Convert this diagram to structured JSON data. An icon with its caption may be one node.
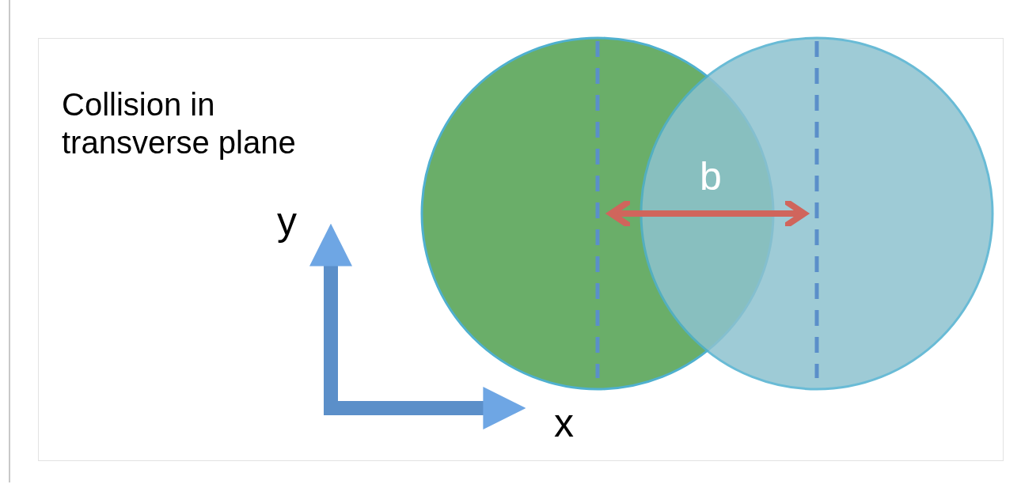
{
  "diagram": {
    "title": "Collision in transverse plane",
    "nodes": [
      {
        "text": [],
        "shape": "circle"
      },
      {
        "text": [],
        "shape": "circle"
      }
    ],
    "labels": [
      "b",
      "y",
      "x"
    ]
  }
}
